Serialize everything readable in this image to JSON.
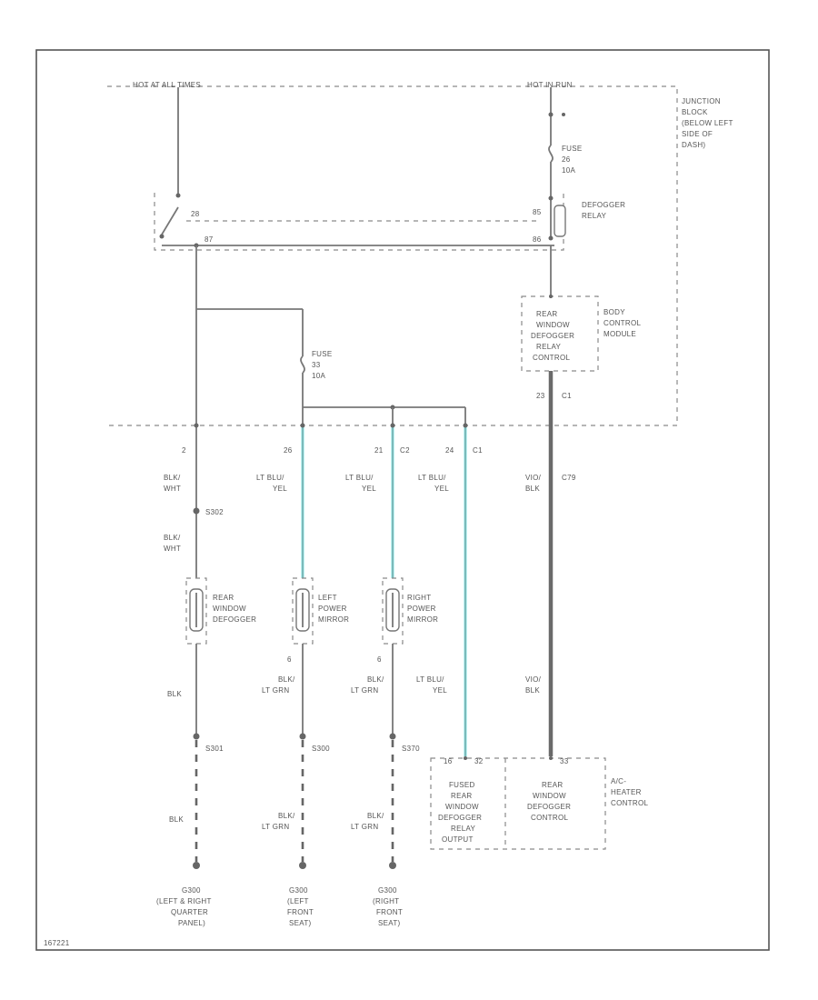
{
  "colors": {
    "wire": "#777777",
    "ltblu_wire": "#7fe6e6",
    "frame": "#555555",
    "label": "#555555"
  },
  "labels": {
    "hot_at_all_times": "HOT AT ALL TIMES",
    "hot_in_run": "HOT IN RUN",
    "junction_block": [
      "JUNCTION",
      "BLOCK",
      "(BELOW LEFT",
      "SIDE OF",
      "DASH)"
    ],
    "fuse_top": [
      "FUSE",
      "26",
      "10A"
    ],
    "fuse_mid": [
      "FUSE",
      "33",
      "10A"
    ],
    "defogger_relay": [
      "DEFOGGER",
      "RELAY"
    ],
    "relay_pin_left_top": "28",
    "relay_pin_left_bot": "87",
    "relay_pin_85": "85",
    "relay_pin_86": "86",
    "bcm_name": [
      "BODY",
      "CONTROL",
      "MODULE"
    ],
    "bcm_box": [
      "REAR",
      "WINDOW",
      "DEFOGGER",
      "RELAY",
      "CONTROL"
    ],
    "bcm_pin": "23",
    "bcm_conn": "C1",
    "col1_pin": "2",
    "col2_pin": "26",
    "col3_pin": "21",
    "col3_conn": "C2",
    "col4_pin": "24",
    "col4_conn": "C1",
    "col1_wire": [
      "BLK/",
      "WHT"
    ],
    "col2_wire": [
      "LT BLU/",
      "YEL"
    ],
    "col3_wire": [
      "LT BLU/",
      "YEL"
    ],
    "col4_wire": [
      "LT BLU/",
      "YEL"
    ],
    "col5_wire": [
      "VIO/",
      "BLK"
    ],
    "col5_conn": "C79",
    "splice_s302": "S302",
    "col1_wire2": [
      "BLK/",
      "WHT"
    ],
    "rear_defogger": [
      "REAR",
      "WINDOW",
      "DEFOGGER"
    ],
    "left_mirror": [
      "LEFT",
      "POWER",
      "MIRROR"
    ],
    "right_mirror": [
      "RIGHT",
      "POWER",
      "MIRROR"
    ],
    "col2_lower_pin": "6",
    "col3_lower_pin": "6",
    "col1_lower_wire": [
      "BLK"
    ],
    "col2_lower_wire": [
      "BLK/",
      "LT GRN"
    ],
    "col3_lower_wire": [
      "BLK/",
      "LT GRN"
    ],
    "col4_lower_wire": [
      "LT BLU/",
      "YEL"
    ],
    "col5_lower_wire": [
      "VIO/",
      "BLK"
    ],
    "splice_s301": "S301",
    "splice_s300": "S300",
    "splice_s370": "S370",
    "col1_bottom_wire": [
      "BLK"
    ],
    "col2_bottom_wire": [
      "BLK/",
      "LT GRN"
    ],
    "col3_bottom_wire": [
      "BLK/",
      "LT GRN"
    ],
    "ground_col1": [
      "G300",
      "(LEFT & RIGHT",
      "QUARTER",
      "PANEL)"
    ],
    "ground_col2": [
      "G300",
      "(LEFT",
      "FRONT",
      "SEAT)"
    ],
    "ground_col3": [
      "G300",
      "(RIGHT",
      "FRONT",
      "SEAT)"
    ],
    "hvac_pin_left": "16",
    "hvac_pin_mid": "32",
    "hvac_pin_right": "33",
    "hvac_box_left": [
      "FUSED",
      "REAR",
      "WINDOW",
      "DEFOGGER",
      "RELAY",
      "OUTPUT"
    ],
    "hvac_box_right": [
      "REAR",
      "WINDOW",
      "DEFOGGER",
      "CONTROL"
    ],
    "hvac_name": [
      "A/C-",
      "HEATER",
      "CONTROL"
    ],
    "diagram_id": "167221"
  }
}
